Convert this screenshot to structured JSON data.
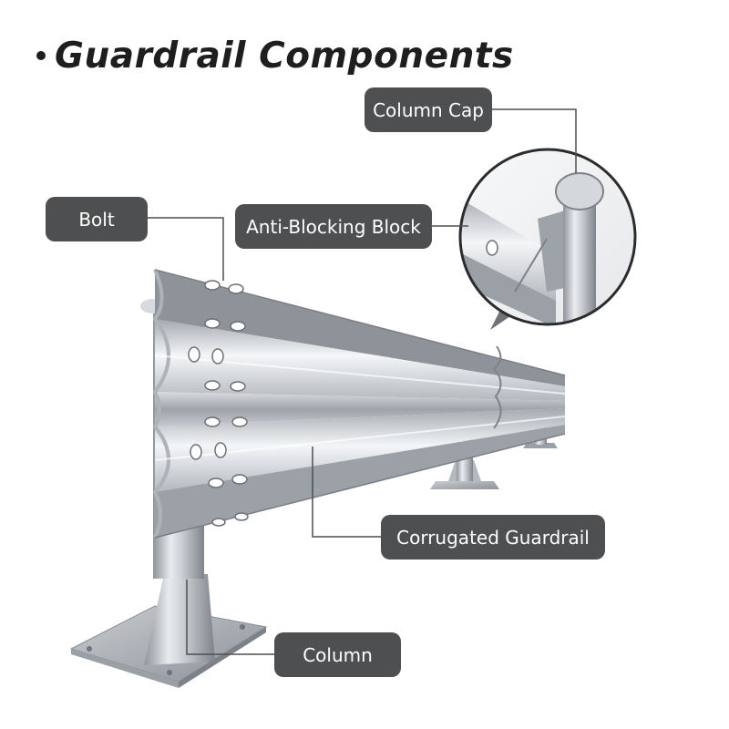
{
  "title": "Guardrail Components",
  "labels": {
    "column_cap": "Column Cap",
    "bolt": "Bolt",
    "anti_blocking_block": "Anti-Blocking Block",
    "corrugated_guardrail": "Corrugated Guardrail",
    "column": "Column"
  },
  "colors": {
    "label_background": "#4e4f51",
    "label_text": "#ffffff",
    "title_text": "#1e1e1e",
    "metal": "#b9bec4"
  }
}
